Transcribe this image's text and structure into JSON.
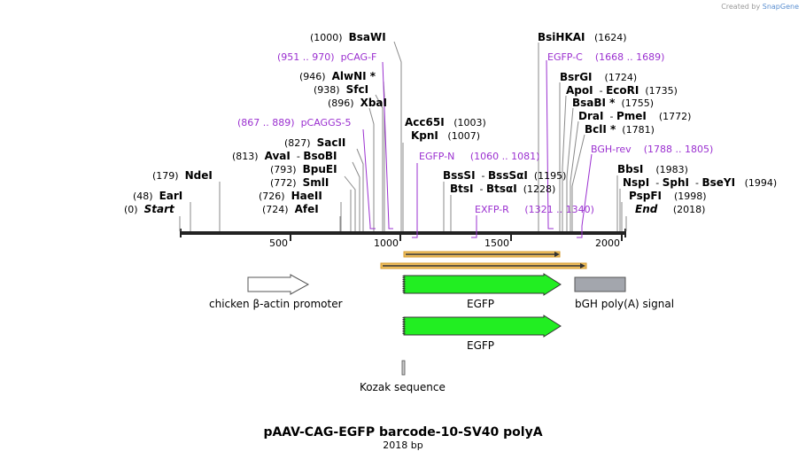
{
  "credit": {
    "prefix": "Created by",
    "brand": "SnapGene"
  },
  "title": "pAAV-CAG-EGFP barcode-10-SV40 polyA",
  "subtitle": "2018 bp",
  "ruler": {
    "ticks": [
      "500",
      "1000",
      "1500",
      "2000"
    ]
  },
  "left_labels": {
    "bsawi": {
      "pos": "(1000)",
      "name": "BsaWI"
    },
    "pcagf": {
      "range": "(951 .. 970)",
      "name": "pCAG-F"
    },
    "alwni": {
      "pos": "(946)",
      "name": "AlwNI *"
    },
    "sfci": {
      "pos": "(938)",
      "name": "SfcI"
    },
    "xbai": {
      "pos": "(896)",
      "name": "XbaI"
    },
    "pcaggs5": {
      "range": "(867 .. 889)",
      "name": "pCAGGS-5"
    },
    "sacii": {
      "pos": "(827)",
      "name": "SacII"
    },
    "avai": {
      "pos": "(813)",
      "name": "AvaI",
      "sep": "-",
      "name2": "BsoBI"
    },
    "bpuei": {
      "pos": "(793)",
      "name": "BpuEI"
    },
    "smli": {
      "pos": "(772)",
      "name": "SmlI"
    },
    "haeii": {
      "pos": "(726)",
      "name": "HaeII"
    },
    "afei": {
      "pos": "(724)",
      "name": "AfeI"
    },
    "ndei": {
      "pos": "(179)",
      "name": "NdeI"
    },
    "eari": {
      "pos": "(48)",
      "name": "EarI"
    },
    "start": {
      "pos": "(0)",
      "name": "Start"
    }
  },
  "mid_labels": {
    "acc65i": {
      "name": "Acc65I",
      "pos": "(1003)"
    },
    "kpni": {
      "name": "KpnI",
      "pos": "(1007)"
    },
    "egfpn": {
      "name": "EGFP-N",
      "range": "(1060 .. 1081)"
    },
    "bsssi": {
      "name": "BssSI",
      "sep": "-",
      "name2": "BssSαI",
      "pos": "(1195)"
    },
    "btsi": {
      "name": "BtsI",
      "sep": "-",
      "name2": "BtsαI",
      "pos": "(1228)"
    },
    "exfpr": {
      "name": "EXFP-R",
      "range": "(1321 .. 1340)"
    }
  },
  "right_labels": {
    "bsihkai": {
      "name": "BsiHKAI",
      "pos": "(1624)"
    },
    "egfpc": {
      "name": "EGFP-C",
      "range": "(1668 .. 1689)"
    },
    "bsrgi": {
      "name": "BsrGI",
      "pos": "(1724)"
    },
    "apoi": {
      "name": "ApoI",
      "sep": "-",
      "name2": "EcoRI",
      "pos": "(1735)"
    },
    "bsabi": {
      "name": "BsaBI *",
      "pos": "(1755)"
    },
    "drai": {
      "name": "DraI",
      "sep": "-",
      "name2": "PmeI",
      "pos": "(1772)"
    },
    "bcli": {
      "name": "BclI *",
      "pos": "(1781)"
    },
    "bghrev": {
      "name": "BGH-rev",
      "range": "(1788 .. 1805)"
    },
    "bbsi": {
      "name": "BbsI",
      "pos": "(1983)"
    },
    "nspi": {
      "name": "NspI",
      "sep": "-",
      "name2": "SphI",
      "sep2": "-",
      "name3": "BseYI",
      "pos": "(1994)"
    },
    "pspfi": {
      "name": "PspFI",
      "pos": "(1998)"
    },
    "end": {
      "name": "End",
      "pos": "(2018)"
    }
  },
  "features": {
    "promoter": "chicken β-actin promoter",
    "egfp1": "EGFP",
    "polya": "bGH poly(A) signal",
    "egfp2": "EGFP",
    "kozak": "Kozak sequence"
  },
  "colors": {
    "primer": "#9b30d0",
    "egfp": "#22ee22",
    "polya": "#a3a6ad",
    "orf": "#f0c060"
  }
}
